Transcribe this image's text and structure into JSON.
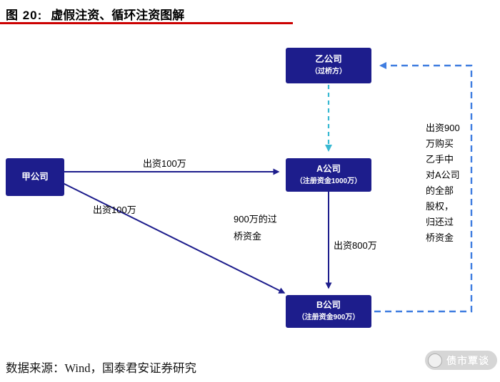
{
  "figure": {
    "title_prefix": "图  20:",
    "title_text": "虚假注资、循环注资图解"
  },
  "boxes": {
    "jia": {
      "name": "甲公司"
    },
    "yi": {
      "name": "乙公司",
      "subtitle": "（过桥方）"
    },
    "a": {
      "name": "A公司",
      "subtitle": "（注册资金1000万）"
    },
    "b": {
      "name": "B公司",
      "subtitle": "（注册资金900万）"
    }
  },
  "edge_labels": {
    "jia_to_a": "出资100万",
    "jia_to_b": "出资100万",
    "yi_to_a": "900万的过\n桥资金",
    "a_to_b": "出资800万",
    "b_to_yi": "出资900\n万购买\n乙手中\n对A公司\n的全部\n股权，\n归还过\n桥资金"
  },
  "footer": {
    "source": "数据来源：Wind，国泰君安证券研究"
  },
  "watermark": {
    "label": "债市覃谈"
  },
  "colors": {
    "box_fill": "#1d1d8c",
    "solid_arrow": "#1d1d8c",
    "bridge_dashed": "#38b8d2",
    "repay_dashed": "#3f7de0",
    "title_rule": "#cc0000"
  }
}
